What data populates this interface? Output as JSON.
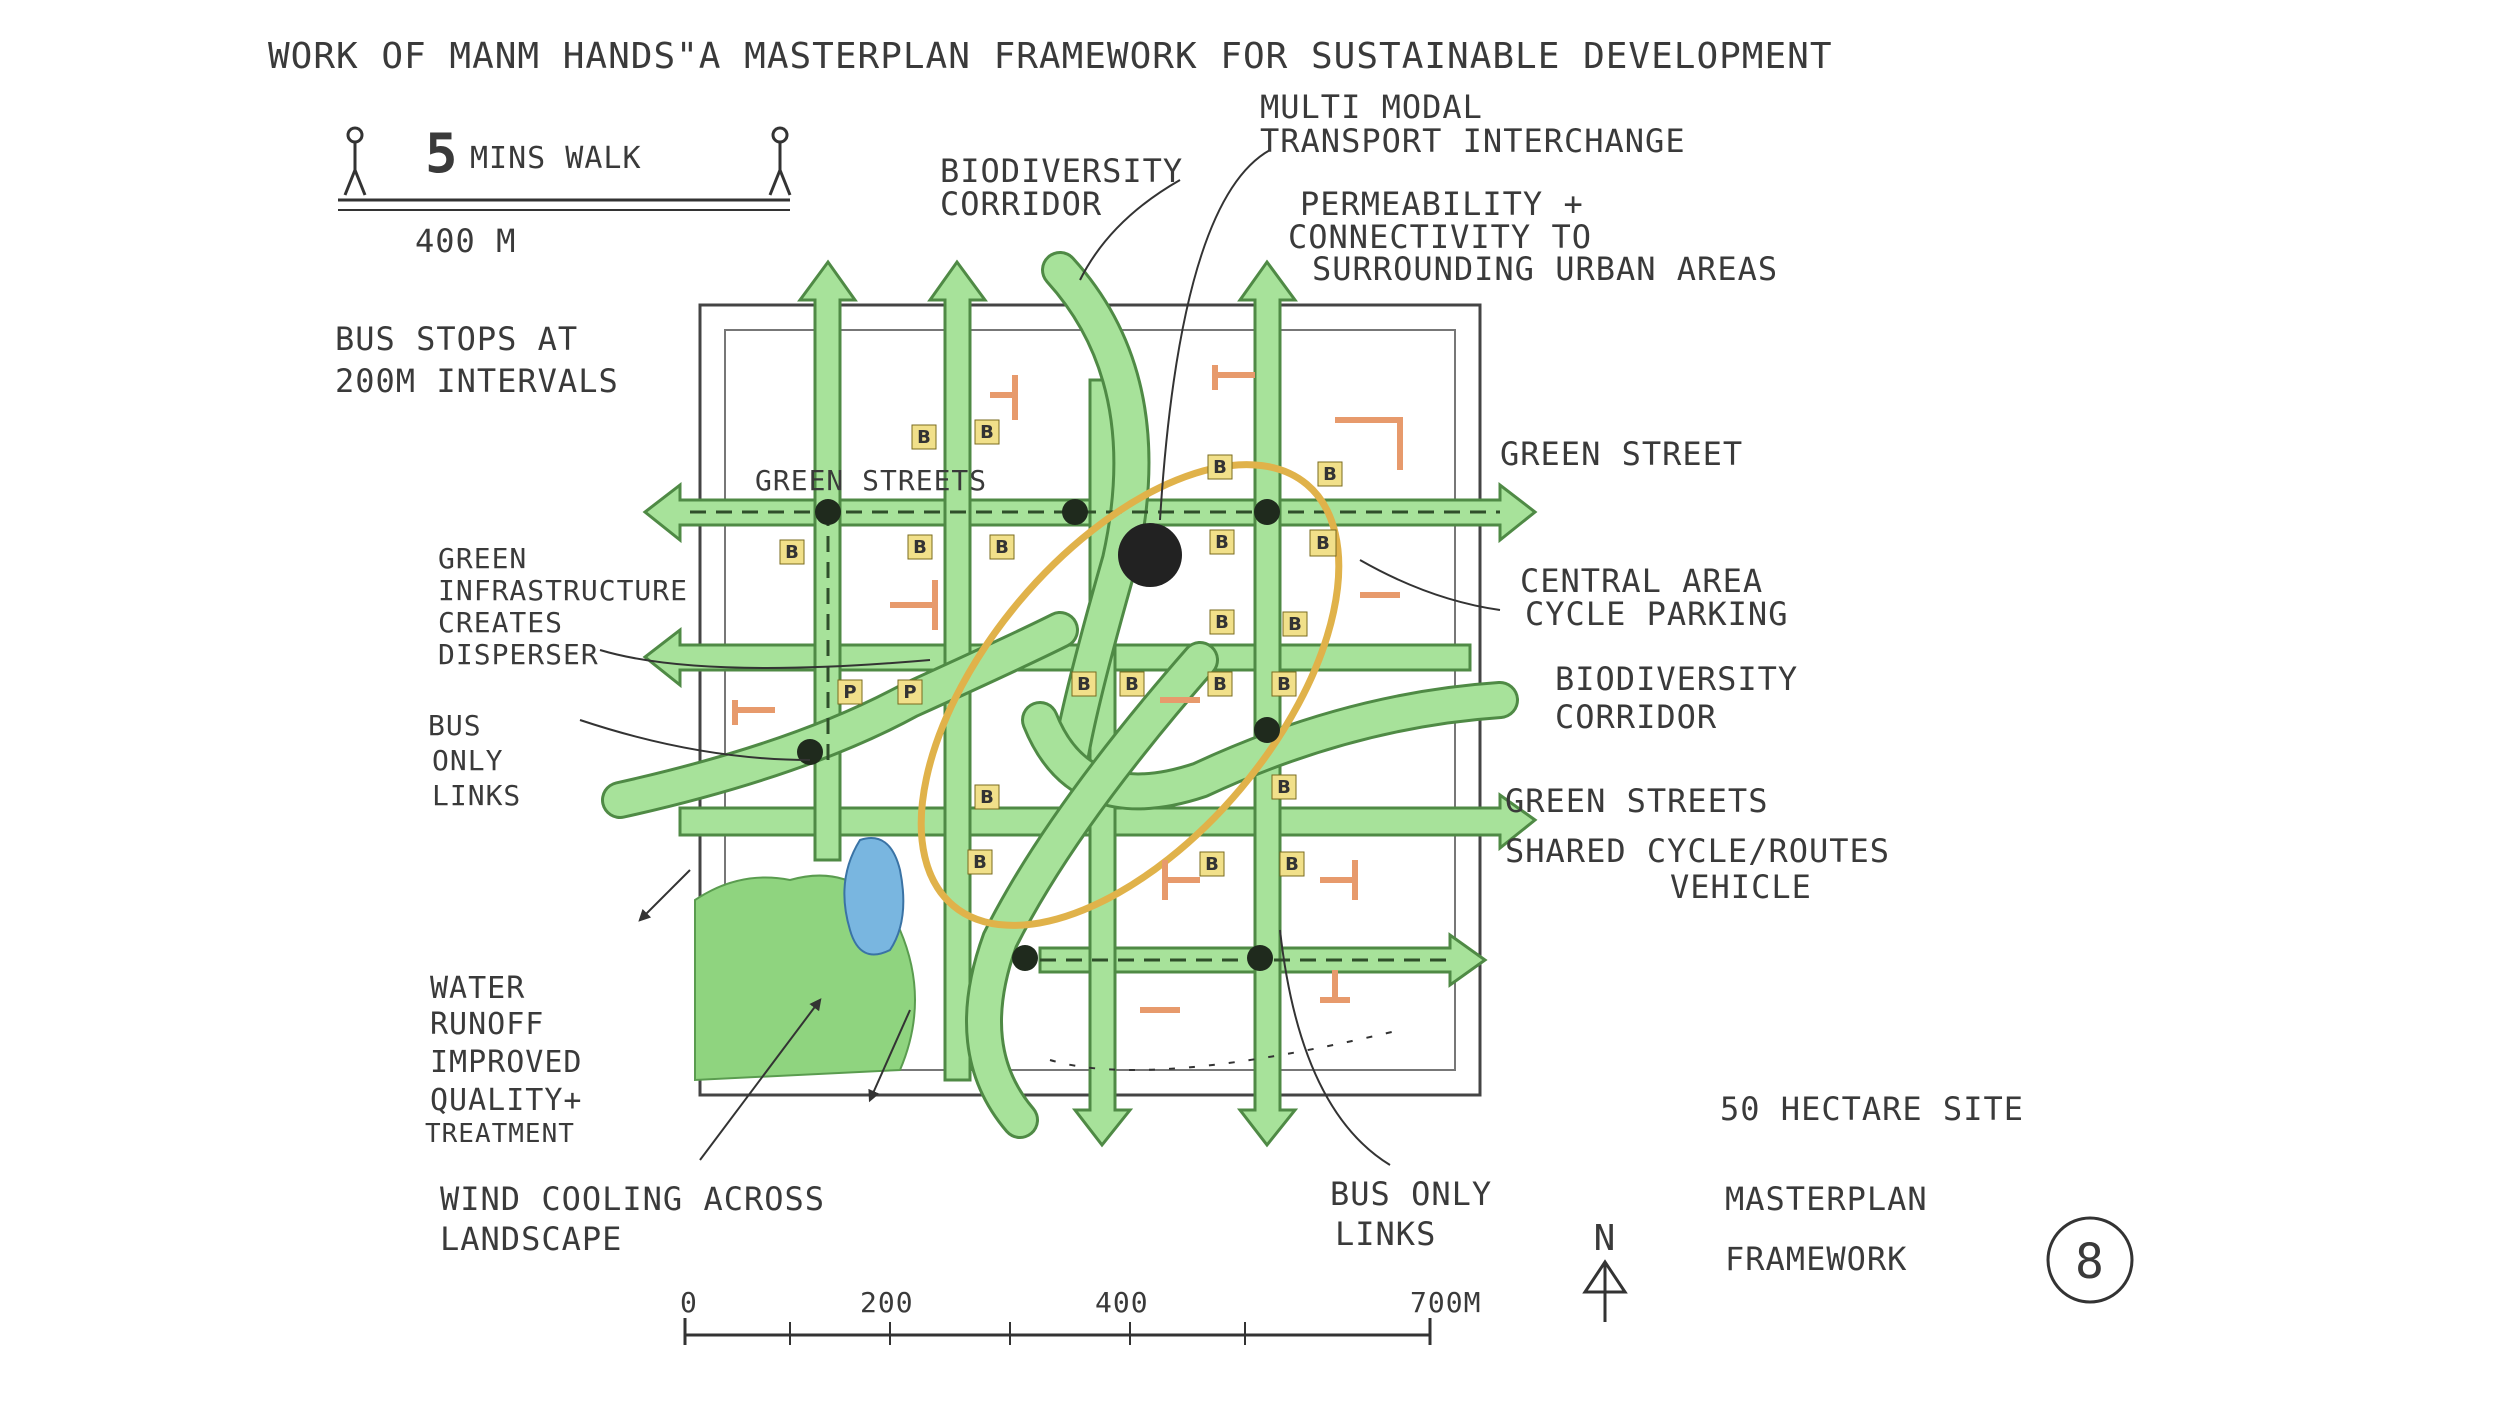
{
  "title": "WORK OF MANM HANDS\"A MASTERPLAN FRAMEWORK FOR SUSTAINABLE DEVELOPMENT",
  "walk_scale": {
    "number": "5",
    "label": "MINS WALK",
    "distance": "400 M"
  },
  "labels": {
    "bus_stops": [
      "BUS STOPS AT",
      "200M INTERVALS"
    ],
    "multimodal": [
      "MULTI MODAL",
      "TRANSPORT INTERCHANGE"
    ],
    "biodiversity_top": [
      "BIODIVERSITY",
      "CORRIDOR"
    ],
    "permeability": [
      "PERMEABILITY +",
      "CONNECTIVITY TO",
      "SURROUNDING URBAN AREAS"
    ],
    "green_street": "GREEN STREET",
    "green_streets_inner": "GREEN STREETS",
    "green_infra": [
      "GREEN",
      "INFRASTRUCTURE",
      "CREATES",
      "DISPERSER"
    ],
    "central_area": [
      "CENTRAL AREA",
      "CYCLE PARKING"
    ],
    "biodiversity_right": [
      "BIODIVERSITY",
      "CORRIDOR"
    ],
    "bus_only_left": [
      "BUS",
      "ONLY",
      "LINKS"
    ],
    "green_streets_right": "GREEN STREETS",
    "shared": [
      "SHARED CYCLE/ROUTES",
      "VEHICLE"
    ],
    "water": [
      "WATER",
      "RUNOFF",
      "IMPROVED",
      "QUALITY+",
      "TREATMENT"
    ],
    "wind": [
      "WIND COOLING ACROSS",
      "LANDSCAPE"
    ],
    "bus_only_bottom": [
      "BUS ONLY",
      "LINKS"
    ],
    "site": "50 HECTARE SITE",
    "masterplan": [
      "MASTERPLAN",
      "FRAMEWORK"
    ],
    "figure_number": "8",
    "north": "N"
  },
  "scale_bar": {
    "ticks": [
      "0",
      "200",
      "400",
      "700M"
    ]
  },
  "markers": {
    "bus_stop": "B",
    "parking": "P"
  },
  "colors": {
    "street_fill": "#a7e29a",
    "street_stroke": "#4f8a45",
    "park": "#8fd47f",
    "water": "#79b6e0",
    "oval": "#e0b24a",
    "building": "#e79a6c",
    "marker": "#f1e08a",
    "ink": "#333333"
  }
}
